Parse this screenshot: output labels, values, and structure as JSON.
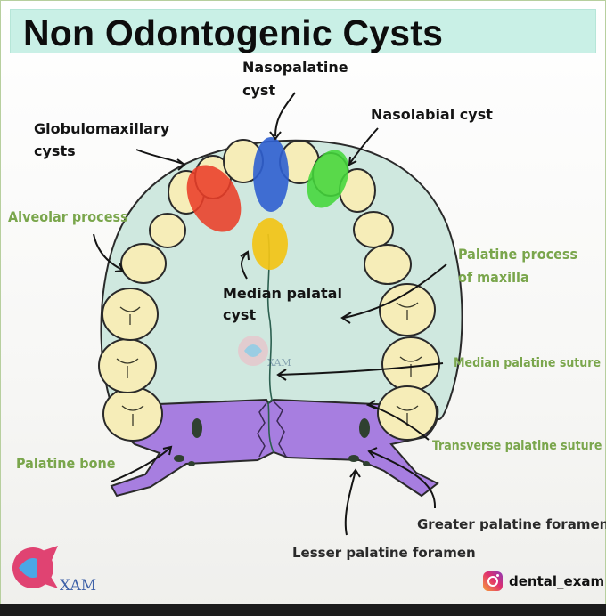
{
  "title": "Non Odontogenic Cysts",
  "labels": {
    "nasopalatine": "Nasopalatine cyst",
    "globulomaxillary_1": "Globulomaxillary",
    "globulomaxillary_2": "cysts",
    "nasolabial": "Nasolabial  cyst",
    "alveolar_process": "Alveolar process",
    "palatine_process_1": "Palatine process",
    "palatine_process_2": "of maxilla",
    "median_palatal_1": "Median  palatal",
    "median_palatal_2": "cyst",
    "median_palatine_suture": "Median palatine suture",
    "transverse_palatine_suture": "Transverse palatine suture",
    "palatine_bone": "Palatine bone",
    "greater_palatine_foramen": "Greater palatine foramen",
    "lesser_palatine_foramen": "Lesser palatine foramen"
  },
  "branding": {
    "logo_text": "XAM",
    "watermark_text": "XAM",
    "instagram_handle": "dental_exam",
    "instagram_icon": "instagram-icon"
  },
  "colors": {
    "title_band": "#c9f0e6",
    "palate": "#cfe8df",
    "palatine_bone": "#a77ee0",
    "teeth": "#f6edb8",
    "globulomaxillary_cyst": "#ea3d28",
    "nasopalatine_cyst": "#2f5fd0",
    "nasolabial_cyst": "#43d63a",
    "median_palatal_cyst": "#f2c417",
    "green_labels": "#7aa64c"
  }
}
